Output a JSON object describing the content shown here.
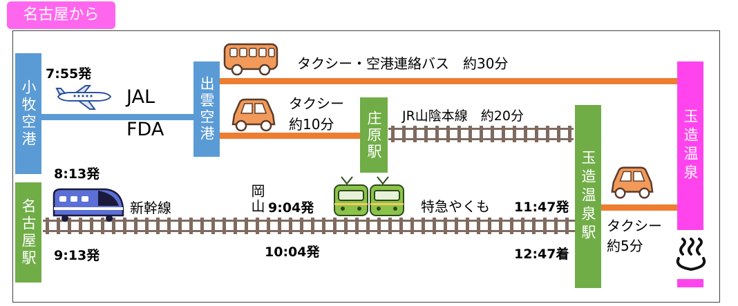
{
  "header": {
    "title": "名古屋から"
  },
  "colors": {
    "blue": "#5b9bd5",
    "green": "#70ad47",
    "orange": "#ed7d31",
    "pink": "#ff44ee",
    "track": "#7f6a5f"
  },
  "stations": {
    "komaki": "小牧空港",
    "izumo": "出雲空港",
    "shobara": "庄原駅",
    "nagoya": "名古屋駅",
    "tamatsukuri_station": "玉造温泉駅",
    "tamatsukuri_onsen": "玉造温泉",
    "okayama": "岡山"
  },
  "routes": {
    "air_airline_1": "JAL",
    "air_airline_2": "FDA",
    "air_depart": "7:55発",
    "taxi_bus_label": "タクシー・空港連絡バス　約30分",
    "taxi_izumo_line1": "タクシー",
    "taxi_izumo_line2": "約10分",
    "jr_sanin_label": "JR山陰本線　約20分",
    "shinkansen_label": "新幹線",
    "shinkansen_depart_1": "8:13発",
    "shinkansen_depart_2": "9:13発",
    "okayama_depart_1": "9:04発",
    "okayama_depart_2": "10:04発",
    "limited_express_label": "特急やくも",
    "arrive_1": "11:47発",
    "arrive_2": "12:47着",
    "taxi_onsen_line1": "タクシー",
    "taxi_onsen_line2": "約5分"
  },
  "icons": [
    "airplane-icon",
    "bus-icon",
    "taxi-icon",
    "shinkansen-icon",
    "express-train-icon",
    "hot-spring-icon"
  ]
}
